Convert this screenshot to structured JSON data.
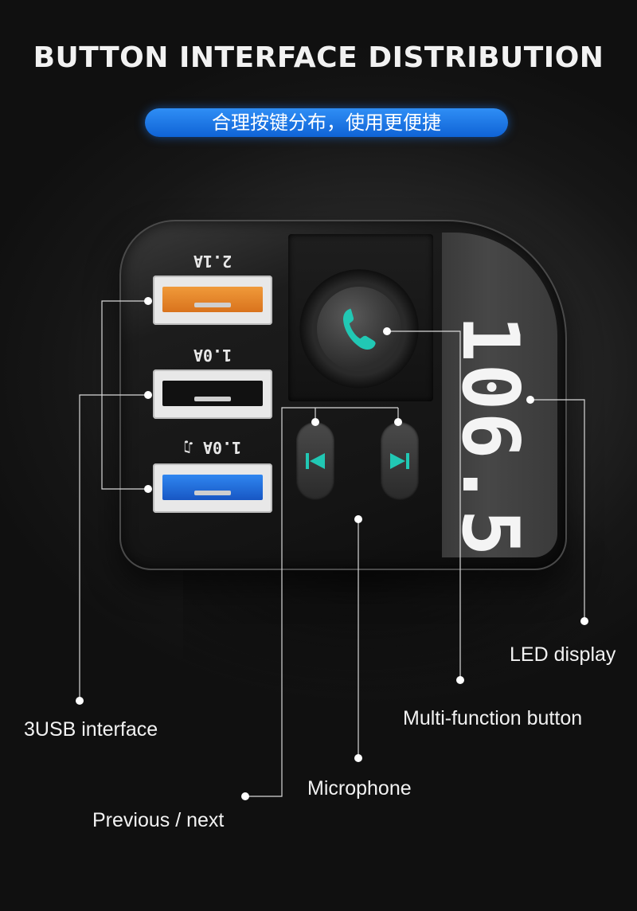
{
  "header": {
    "title": "BUTTON INTERFACE DISTRIBUTION",
    "subtitle_cn": "合理按键分布，使用更便捷"
  },
  "device": {
    "led_readout": "106.5",
    "usb_ports": [
      {
        "label": "2.1A",
        "color": "#e8892a"
      },
      {
        "label": "1.0A",
        "color": "#111111"
      },
      {
        "label": "1.0A ♫",
        "color": "#1f6fd9"
      }
    ],
    "accent_color": "#21c8b4",
    "icons": [
      "phone-icon",
      "previous-icon",
      "next-icon"
    ]
  },
  "callouts": {
    "led_display": "LED display",
    "multi_function_button": "Multi-function button",
    "usb_interface": "3USB interface",
    "microphone": "Microphone",
    "previous_next": "Previous / next"
  }
}
